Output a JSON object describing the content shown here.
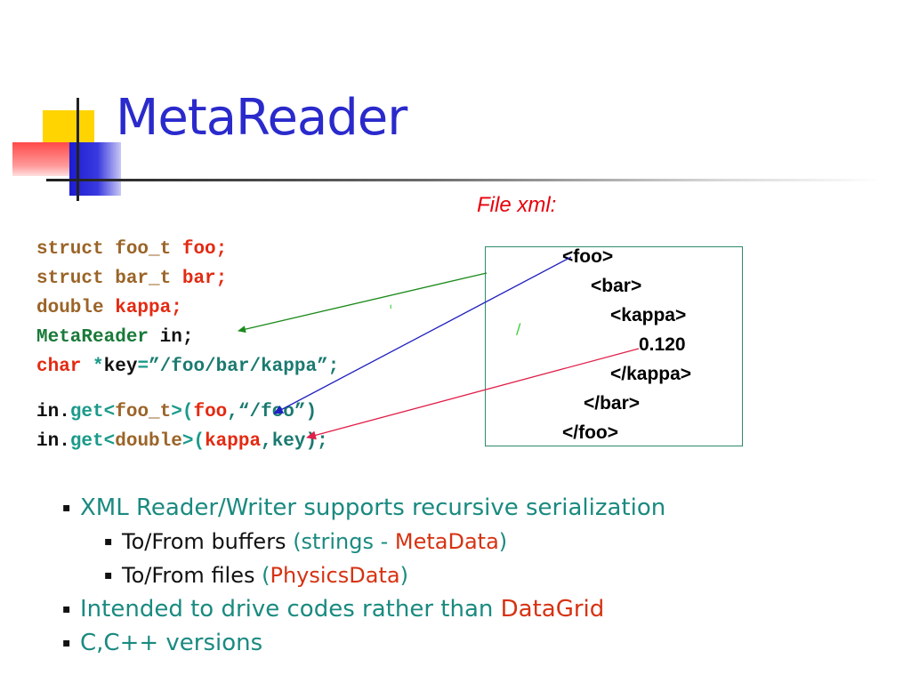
{
  "slide": {
    "title": "MetaReader",
    "file_label": "File xml:"
  },
  "code": {
    "lines": [
      {
        "tokens": [
          {
            "t": "struct ",
            "c": "kw"
          },
          {
            "t": "foo_t ",
            "c": "kw"
          },
          {
            "t": "foo;",
            "c": "var"
          }
        ]
      },
      {
        "tokens": [
          {
            "t": "struct ",
            "c": "kw"
          },
          {
            "t": "bar_t ",
            "c": "kw"
          },
          {
            "t": "bar;",
            "c": "var"
          }
        ]
      },
      {
        "tokens": [
          {
            "t": "double ",
            "c": "kw"
          },
          {
            "t": "kappa;",
            "c": "var"
          }
        ]
      },
      {
        "tokens": [
          {
            "t": "MetaReader ",
            "c": "cls"
          },
          {
            "t": "in;",
            "c": "id"
          }
        ]
      },
      {
        "tokens": [
          {
            "t": "char ",
            "c": "var"
          },
          {
            "t": "*",
            "c": "fn"
          },
          {
            "t": "key",
            "c": "id"
          },
          {
            "t": "=",
            "c": "fn"
          },
          {
            "t": "”/foo/bar/kappa”;",
            "c": "str"
          }
        ]
      },
      {
        "gap": true
      },
      {
        "tokens": [
          {
            "t": "in.",
            "c": "id"
          },
          {
            "t": "get<",
            "c": "fn"
          },
          {
            "t": "foo_t",
            "c": "kw"
          },
          {
            "t": ">(",
            "c": "fn"
          },
          {
            "t": "foo",
            "c": "var"
          },
          {
            "t": ",“/foo”)",
            "c": "str"
          }
        ]
      },
      {
        "tokens": [
          {
            "t": "in.",
            "c": "id"
          },
          {
            "t": "get<",
            "c": "fn"
          },
          {
            "t": "double",
            "c": "kw"
          },
          {
            "t": ">(",
            "c": "fn"
          },
          {
            "t": "kappa",
            "c": "var"
          },
          {
            "t": ",key);",
            "c": "str"
          }
        ]
      }
    ]
  },
  "xml": {
    "lines": [
      "<foo>",
      "<bar>",
      "<kappa>",
      "0.120",
      "</kappa>",
      "</bar>",
      "</foo>"
    ]
  },
  "bullets": [
    {
      "level": 1,
      "parts": [
        {
          "t": "XML Reader/Writer supports recursive serialization",
          "c": "teal"
        }
      ]
    },
    {
      "level": 2,
      "parts": [
        {
          "t": "To/From buffers ",
          "c": "black"
        },
        {
          "t": "(strings - ",
          "c": "teal"
        },
        {
          "t": "MetaData",
          "c": "red"
        },
        {
          "t": ")",
          "c": "teal"
        }
      ]
    },
    {
      "level": 2,
      "parts": [
        {
          "t": "To/From files  ",
          "c": "black"
        },
        {
          "t": "(",
          "c": "teal"
        },
        {
          "t": "PhysicsData",
          "c": "red"
        },
        {
          "t": ")",
          "c": "teal"
        }
      ]
    },
    {
      "level": 1,
      "parts": [
        {
          "t": "Intended to drive codes rather than ",
          "c": "teal"
        },
        {
          "t": "DataGrid",
          "c": "red"
        }
      ]
    },
    {
      "level": 1,
      "parts": [
        {
          "t": "C,C++ versions",
          "c": "teal"
        }
      ]
    }
  ],
  "colors": {
    "title": "#2a2acc",
    "file_label": "#e8000b",
    "box_border": "#2e8b6a",
    "arrow_green": "#1a8a1a",
    "arrow_blue": "#2020c0",
    "arrow_red": "#e0204a"
  }
}
